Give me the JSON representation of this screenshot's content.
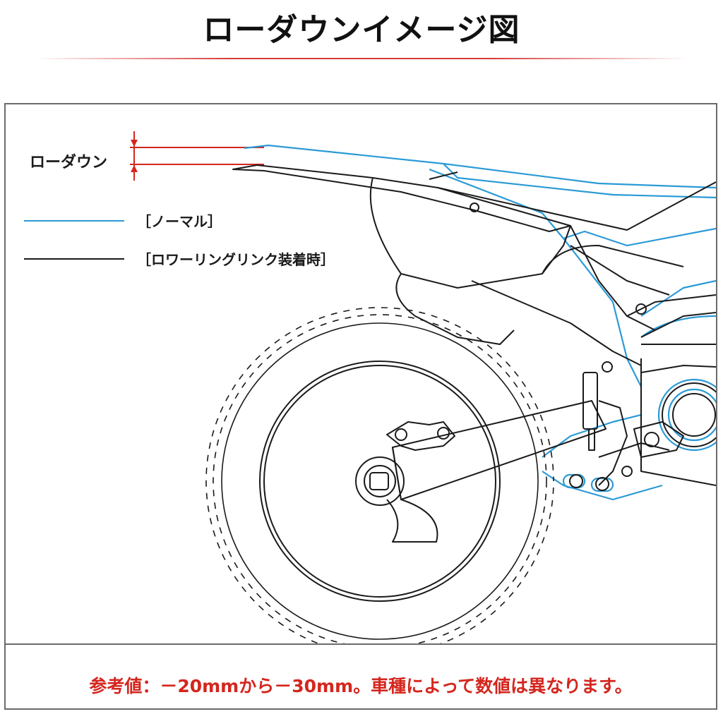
{
  "title": "ローダウンイメージ図",
  "labels": {
    "lowdown": "ローダウン",
    "legend_normal": "［ノーマル］",
    "legend_lowering": "［ロワーリングリンク装着時］"
  },
  "note": "参考値：－20mmから－30mm。車種によって数値は異なります。",
  "colors": {
    "normal_line": "#2b9ad6",
    "lowering_line": "#1a1a1a",
    "accent_red": "#d4261e"
  }
}
